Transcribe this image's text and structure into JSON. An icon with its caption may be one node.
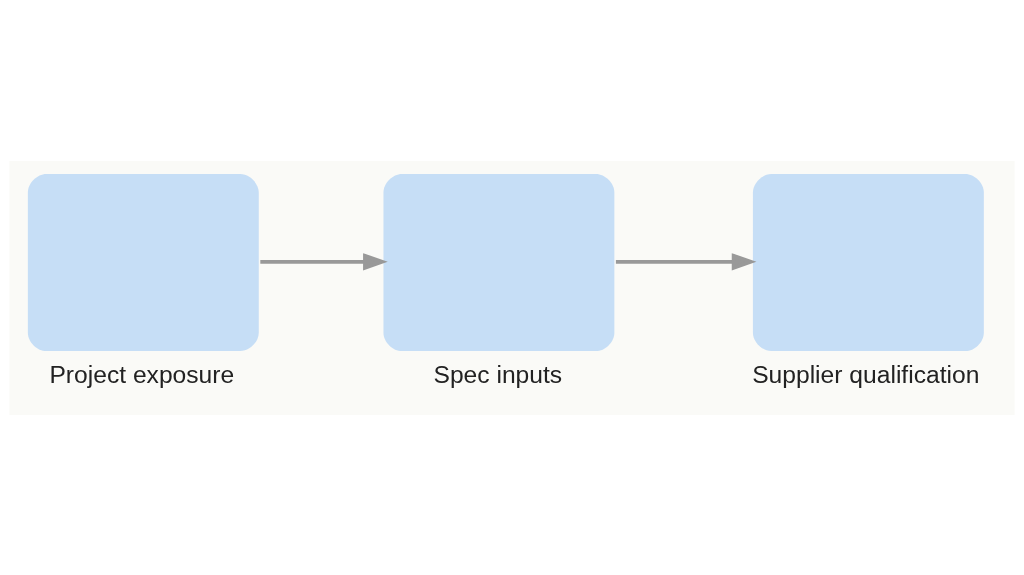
{
  "diagram": {
    "nodes": [
      {
        "text": [
          "Project exposure"
        ]
      },
      {
        "text": [
          "Spec inputs"
        ]
      },
      {
        "text": [
          "Supplier qualification"
        ]
      }
    ],
    "edges": [
      {
        "from": 0,
        "to": 1,
        "arrow": "to"
      },
      {
        "from": 1,
        "to": 2,
        "arrow": "to"
      }
    ]
  }
}
